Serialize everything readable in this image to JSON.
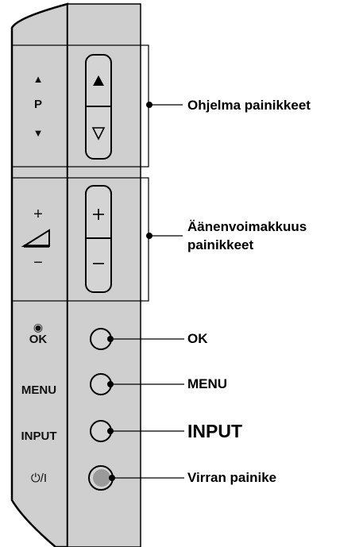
{
  "panel": {
    "channel_up_glyph": "▲",
    "channel_letter": "P",
    "channel_down_glyph": "▼",
    "volume_plus_glyph": "+",
    "volume_minus_glyph": "−",
    "ok_symbol": "◉",
    "ok_label": "OK",
    "menu_label": "MENU",
    "input_label": "INPUT",
    "power_label": "⏻/I"
  },
  "callouts": {
    "program_buttons": "Ohjelma painikkeet",
    "volume_buttons_line1": "Äänenvoimakkuus",
    "volume_buttons_line2": "painikkeet",
    "ok": "OK",
    "menu": "MENU",
    "input": "INPUT",
    "power": "Virran painike"
  },
  "colors": {
    "panel_fill": "#cfcfcf",
    "button_fill": "#d4d4d4",
    "power_button_fill": "#9a9a9a",
    "line": "#000000"
  }
}
